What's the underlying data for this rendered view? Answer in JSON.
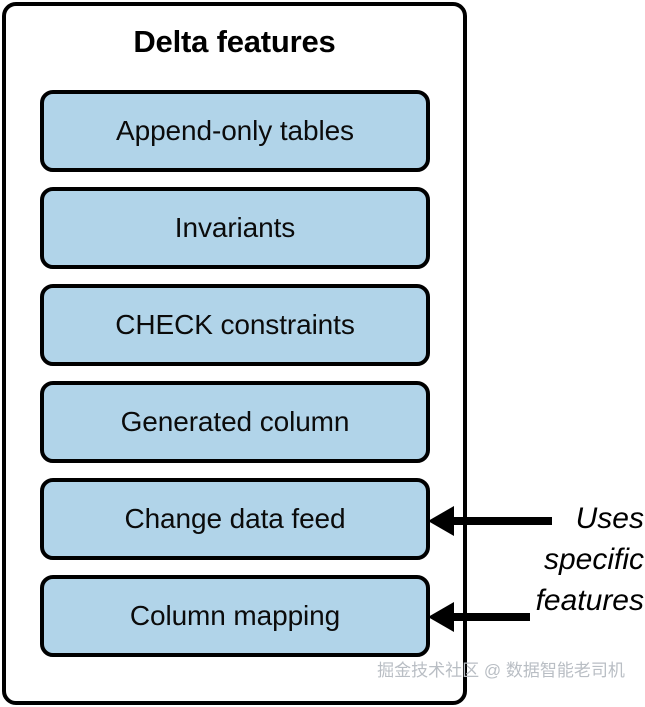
{
  "panel": {
    "title": "Delta features",
    "box_fill_color": "#b1d4e9",
    "border_color": "#000000",
    "features": [
      {
        "label": "Append-only tables"
      },
      {
        "label": "Invariants"
      },
      {
        "label": "CHECK constraints"
      },
      {
        "label": "Generated column"
      },
      {
        "label": "Change data feed"
      },
      {
        "label": "Column mapping"
      }
    ]
  },
  "callout": {
    "lines": [
      "Uses",
      "specific",
      "features"
    ],
    "targets": [
      "Change data feed",
      "Column mapping"
    ]
  },
  "watermark": {
    "text": "掘金技术社区 @ 数据智能老司机",
    "color": "#b9bec4"
  }
}
